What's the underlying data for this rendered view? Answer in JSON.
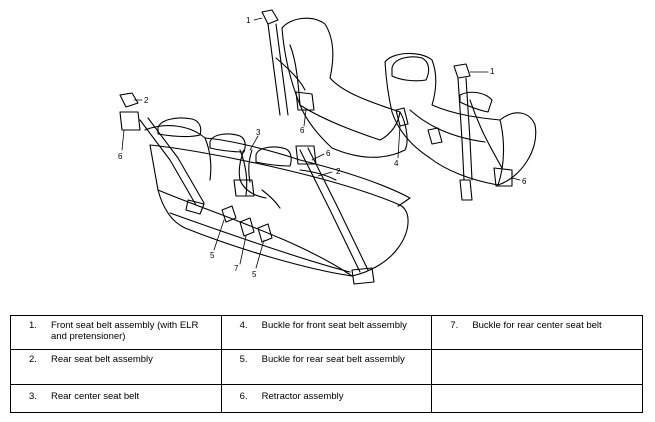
{
  "callouts": {
    "c1a": "1",
    "c1b": "1",
    "c2a": "2",
    "c2b": "2",
    "c3": "3",
    "c4": "4",
    "c5a": "5",
    "c5b": "5",
    "c6a": "6",
    "c6b": "6",
    "c6c": "6",
    "c6d": "6",
    "c7": "7"
  },
  "legend": [
    [
      {
        "num": "1.",
        "text": "Front seat belt assembly (with ELR and pretensioner)"
      },
      {
        "num": "4.",
        "text": "Buckle for front seat belt assembly"
      },
      {
        "num": "7.",
        "text": "Buckle for rear center seat belt"
      }
    ],
    [
      {
        "num": "2.",
        "text": "Rear seat belt assembly"
      },
      {
        "num": "5.",
        "text": "Buckle for rear seat belt assembly"
      },
      {
        "num": "",
        "text": ""
      }
    ],
    [
      {
        "num": "3.",
        "text": "Rear center seat belt"
      },
      {
        "num": "6.",
        "text": "Retractor assembly"
      },
      {
        "num": "",
        "text": ""
      }
    ]
  ]
}
